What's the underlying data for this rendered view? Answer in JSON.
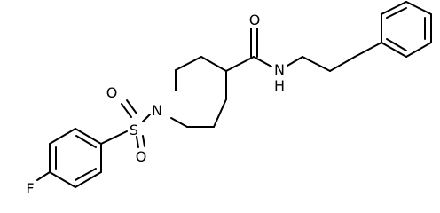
{
  "structure": {
    "atoms": {
      "oxygen_carbonyl": "O",
      "amide_nitrogen": "N",
      "amide_hydrogen": "H",
      "piperidine_nitrogen": "N",
      "sulfur": "S",
      "oxygen_sulfonyl_top": "O",
      "oxygen_sulfonyl_bottom": "O",
      "fluorine": "F"
    }
  }
}
